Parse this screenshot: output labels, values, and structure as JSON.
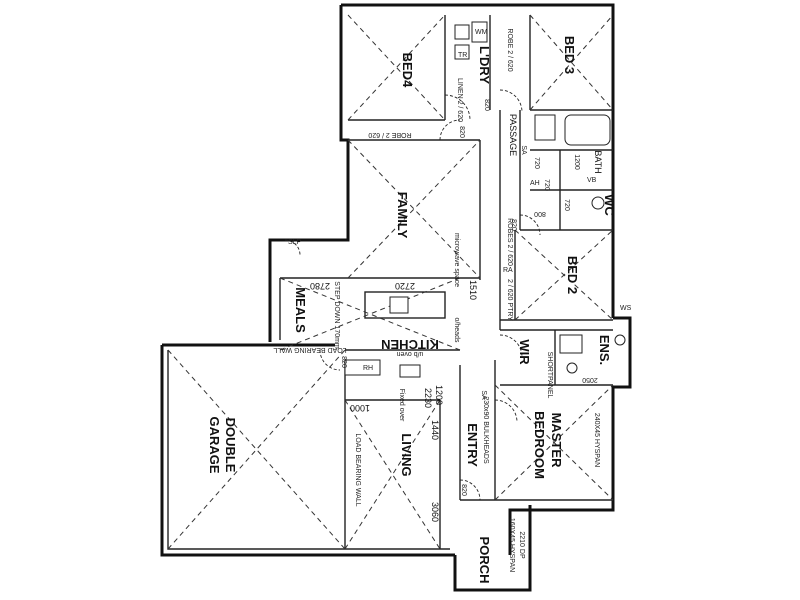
{
  "rooms": {
    "bed4": "BED4",
    "ldry": "L'DRY",
    "bed3": "BED 3",
    "family": "FAMILY",
    "bed2": "BED 2",
    "meals": "MEALS",
    "kitchen": "KITCHEN",
    "garage_1": "GARAGE",
    "garage_2": "DOUBLE",
    "living": "LIVING",
    "entry": "ENTRY",
    "bedroom": "BEDROOM",
    "master": "MASTER",
    "porch": "PORCH",
    "wc": "WC",
    "bath": "BATH",
    "ens": "ENS.",
    "wir": "WIR",
    "passage": "PASSAGE"
  },
  "labels": {
    "robe_620": "ROBE 2 / 620",
    "robe_bed3": "ROBE 2 / 620",
    "linen": "LINEN 2 / 620",
    "robes_bed2": "ROBES 2 / 620",
    "ptry": "2 / 620 PTRY",
    "load_bearing_wall_1": "LOAD BEARING WALL",
    "load_bearing_wall_2": "LOAD BEARING WALL",
    "step_down": "STEP DOWN 170mm",
    "microwave": "microwave space",
    "uboven": "u/b oven",
    "o_heads": "o/heads",
    "rh": "RH",
    "sa_entry": "SA",
    "sa_passage": "SA",
    "bulkhead": "230x90 BULKHEADS",
    "headspan": "240X45 HYSPAN",
    "porch_beam": "160X45 HYSPAN",
    "porch_dp": "2210 DP",
    "plaster_panel": "SHORTPANEL",
    "ah": "AH",
    "ra": "RA",
    "slp": "SLP",
    "wm": "WM",
    "tr": "TR",
    "vb": "VB",
    "ws": "WS",
    "fixed_over": "Fixed over"
  },
  "dimensions": {
    "d2780": "2780",
    "d2720": "2720",
    "d1510": "1510",
    "d1000": "1000",
    "d2230": "2230",
    "d1200": "1200",
    "d1440": "1440",
    "d3060": "3060",
    "d820a": "820",
    "d820b": "820",
    "d820c": "820",
    "d820d": "820",
    "d820e": "820",
    "d720a": "720",
    "d720b": "720",
    "d720c": "720",
    "d1200b": "1200",
    "d800": "800",
    "d2050": "2050"
  },
  "colors": {
    "line": "#111111",
    "background": "#ffffff"
  }
}
